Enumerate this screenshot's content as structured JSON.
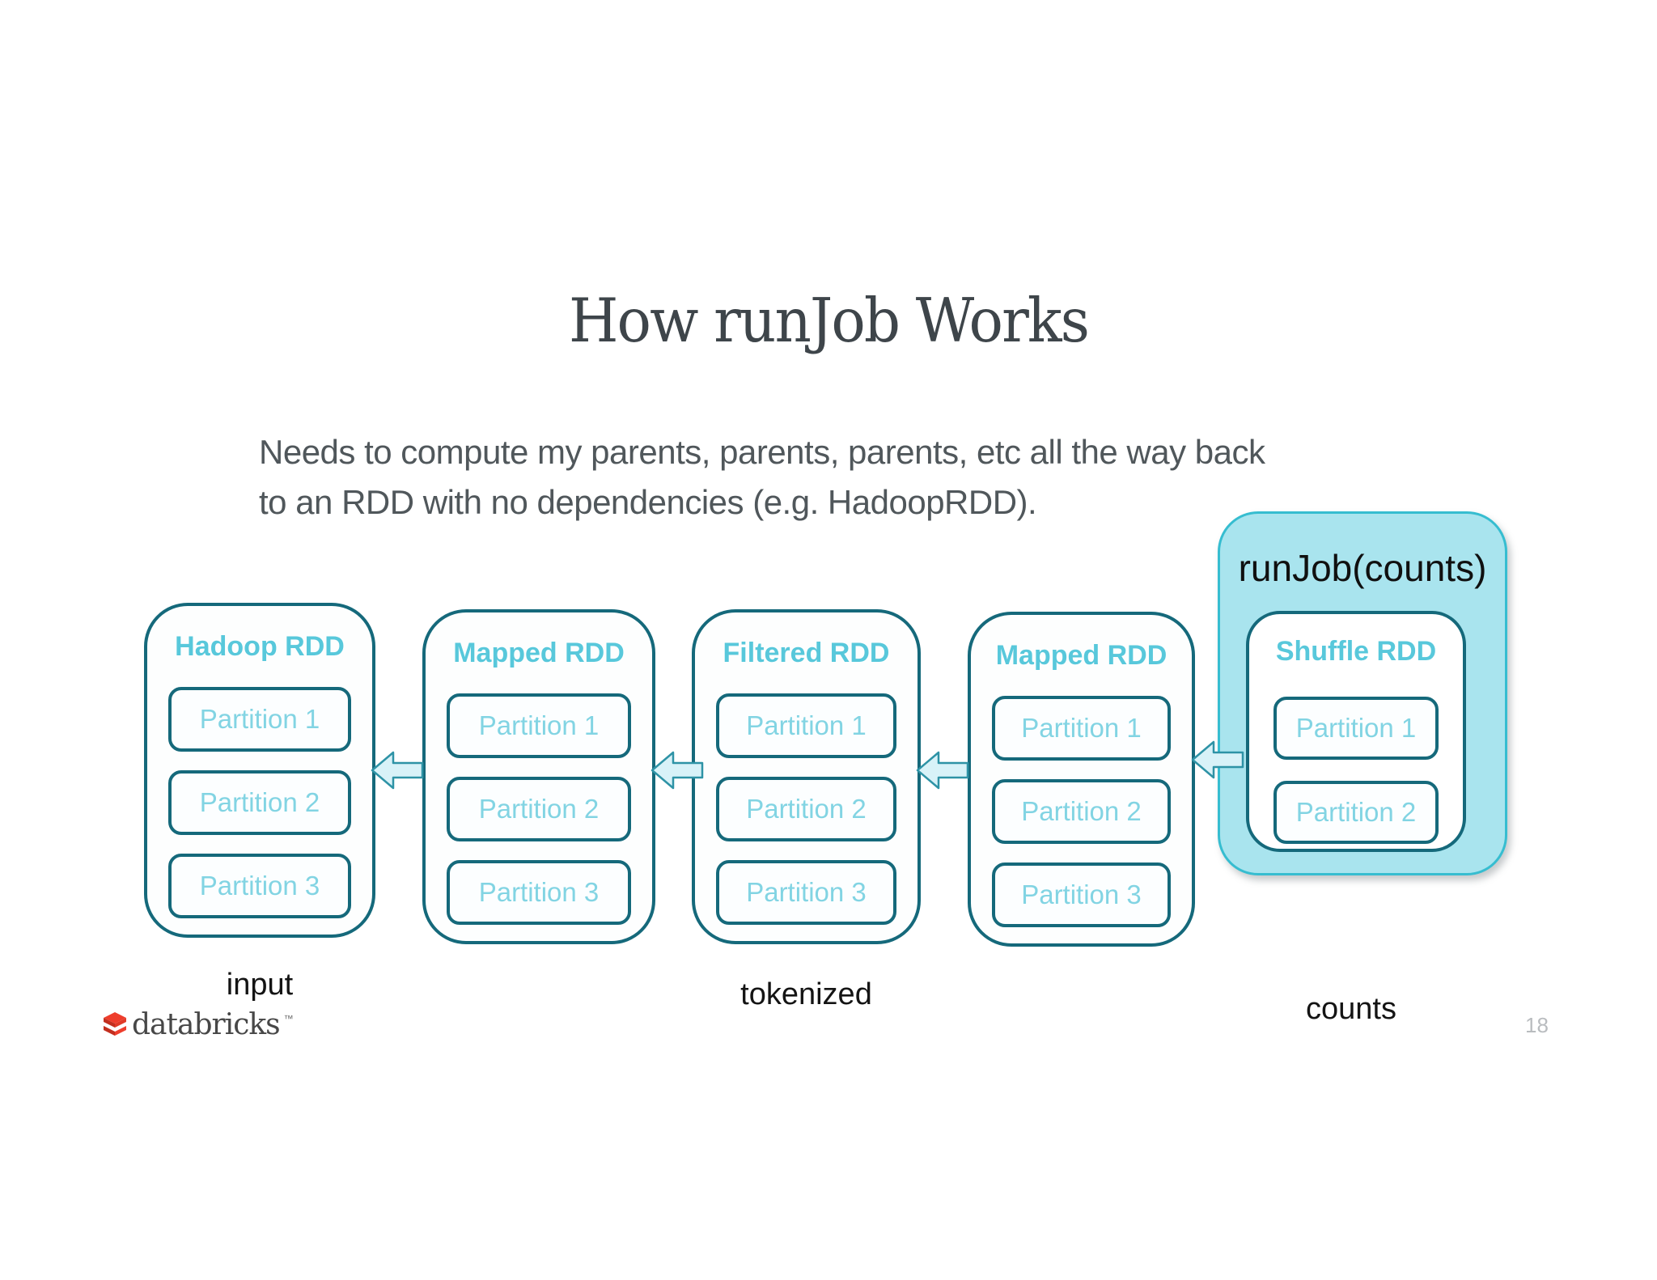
{
  "slide": {
    "title": "How runJob Works",
    "body": {
      "line1": "Needs to compute my parents, parents, parents, etc all the way back",
      "line2": "to an RDD with no dependencies (e.g. HadoopRDD)."
    },
    "page_number": "18",
    "logo": {
      "text": "databricks",
      "trademark": "™"
    }
  },
  "diagram": {
    "runjob_label": "runJob(counts)",
    "flow_labels": {
      "input": "input",
      "tokenized": "tokenized",
      "counts": "counts"
    },
    "rdds": [
      {
        "title": "Hadoop RDD",
        "partitions": [
          "Partition 1",
          "Partition 2",
          "Partition 3"
        ]
      },
      {
        "title": "Mapped RDD",
        "partitions": [
          "Partition 1",
          "Partition 2",
          "Partition 3"
        ]
      },
      {
        "title": "Filtered RDD",
        "partitions": [
          "Partition 1",
          "Partition 2",
          "Partition 3"
        ]
      },
      {
        "title": "Mapped RDD",
        "partitions": [
          "Partition 1",
          "Partition 2",
          "Partition 3"
        ]
      },
      {
        "title": "Shuffle RDD",
        "partitions": [
          "Partition 1",
          "Partition 2"
        ]
      }
    ],
    "colors": {
      "box_border": "#15697b",
      "rdd_title": "#58c8db",
      "partition_text": "#82d4e3",
      "arrow_fill": "#d8f2f8",
      "arrow_stroke": "#2e93a6",
      "highlight_fill": "#a9e4ee",
      "highlight_border": "#36bdd0",
      "runjob_text": "#101010",
      "title_text": "#3e454a",
      "body_text": "#50575b",
      "page_number_text": "#b9bcbf",
      "logo_red": "#ee3d2c",
      "logo_text": "#474747"
    }
  }
}
